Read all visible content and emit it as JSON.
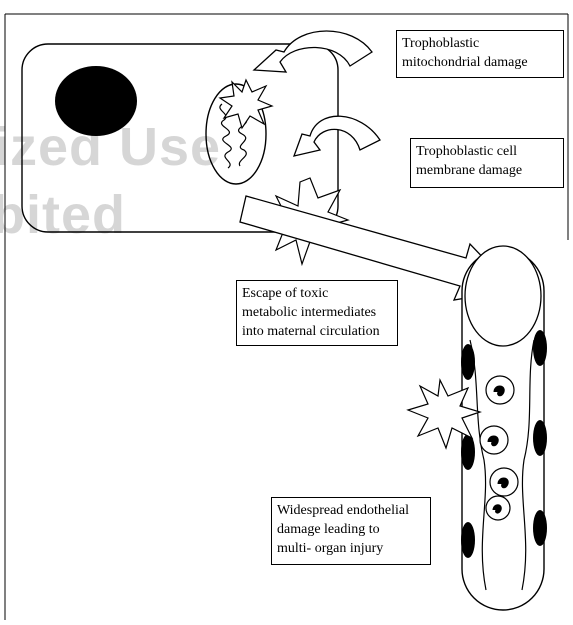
{
  "labels": {
    "mitochondrial_damage": "Trophoblastic\nmitochondrial damage",
    "membrane_damage": "Trophoblastic cell\nmembrane damage",
    "escape_toxic": "Escape of toxic\nmetabolic intermediates\ninto maternal circulation",
    "endothelial_damage": "Widespread endothelial\ndamage leading to\nmulti- organ injury"
  },
  "watermark": {
    "line1": "ized Use",
    "line2": "bited"
  },
  "colors": {
    "ink": "#000000",
    "paper": "#ffffff",
    "watermark": "#bdbdbd"
  }
}
